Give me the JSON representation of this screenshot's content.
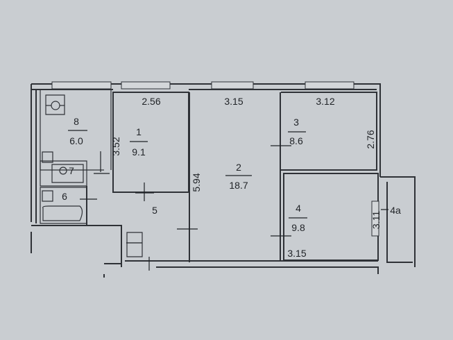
{
  "plan": {
    "rooms": [
      {
        "number": "1",
        "area": "9.1"
      },
      {
        "number": "2",
        "area": "18.7"
      },
      {
        "number": "3",
        "area": "8.6"
      },
      {
        "number": "4",
        "area": "9.8"
      },
      {
        "number": "4а"
      },
      {
        "number": "5"
      },
      {
        "number": "6"
      },
      {
        "number": "7"
      },
      {
        "number": "8",
        "area": "6.0"
      }
    ],
    "dimensions": {
      "room1_width": "2.56",
      "room1_length": "3.52",
      "room2_width": "3.15",
      "room2_length": "5.94",
      "room3_width": "3.12",
      "room3_length": "2.76",
      "room4_width": "3.15",
      "room4_length": "3.11"
    }
  }
}
